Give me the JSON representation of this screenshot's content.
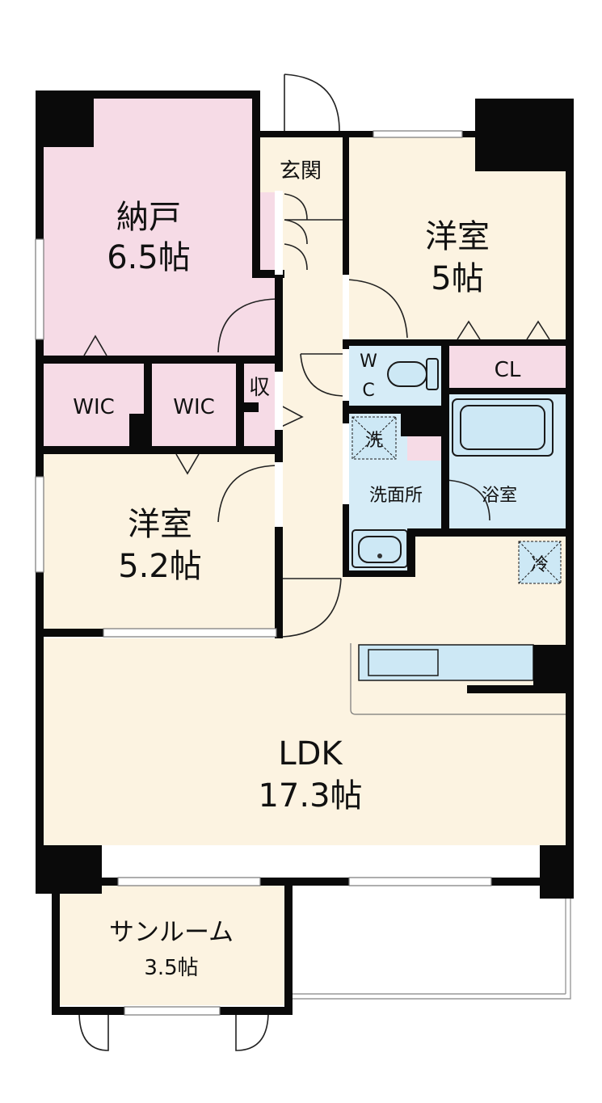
{
  "colors": {
    "wall": "#0a0a0a",
    "storage_pink": "#f6dbe6",
    "room_cream": "#fcf3e1",
    "wet_blue": "#d6ecf7",
    "fixture_blue": "#cde8f5",
    "fixture_stroke": "#1a1a1a",
    "door_line": "#222222",
    "window_line": "#777777",
    "balcony_line": "#999999"
  },
  "rooms": {
    "nando": {
      "name": "納戸",
      "size": "6.5帖"
    },
    "genkan": {
      "name": "玄関"
    },
    "youshitsu_east": {
      "name": "洋室",
      "size": "5帖"
    },
    "wic_1": {
      "name": "WIC"
    },
    "wic_2": {
      "name": "WIC"
    },
    "shu": {
      "name": "収"
    },
    "wc": {
      "line1": "W",
      "line2": "C"
    },
    "cl": {
      "name": "CL"
    },
    "washer": {
      "name": "洗"
    },
    "senmenjo": {
      "name": "洗面所"
    },
    "yokushitsu": {
      "name": "浴室"
    },
    "youshitsu_west": {
      "name": "洋室",
      "size": "5.2帖"
    },
    "fridge": {
      "name": "冷"
    },
    "ldk": {
      "name": "LDK",
      "size": "17.3帖"
    },
    "sunroom": {
      "name": "サンルーム",
      "size": "3.5帖"
    }
  }
}
